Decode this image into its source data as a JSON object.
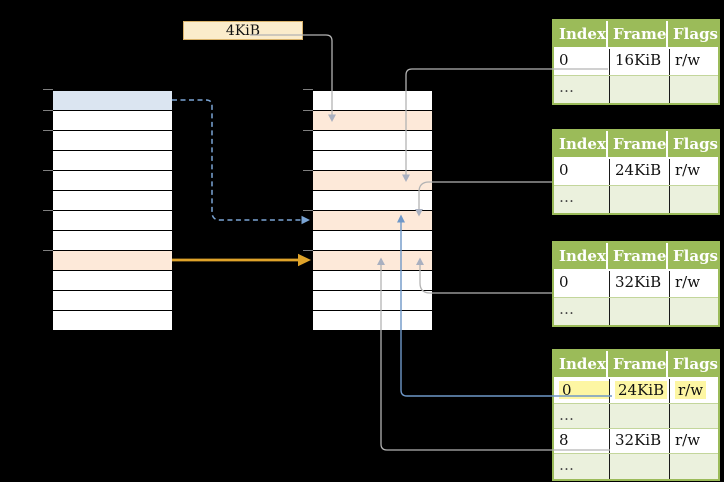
{
  "pointer_box": {
    "label": "4KiB"
  },
  "virtual_memory": {
    "row_count": 12,
    "blue_row_index": 0,
    "orange_row_index": 8
  },
  "physical_memory": {
    "row_count": 12,
    "orange_row_indices": [
      1,
      4,
      6,
      8
    ]
  },
  "tables": [
    {
      "name": "page-table-16kib",
      "headers": [
        "Index",
        "Frame",
        "Flags"
      ],
      "rows": [
        {
          "cells": [
            "0",
            "16KiB",
            "r/w"
          ],
          "shade": "white",
          "highlight": false
        },
        {
          "cells": [
            "…",
            "",
            ""
          ],
          "shade": "green",
          "highlight": false
        }
      ]
    },
    {
      "name": "page-table-24kib",
      "headers": [
        "Index",
        "Frame",
        "Flags"
      ],
      "rows": [
        {
          "cells": [
            "0",
            "24KiB",
            "r/w"
          ],
          "shade": "white",
          "highlight": false
        },
        {
          "cells": [
            "…",
            "",
            ""
          ],
          "shade": "green",
          "highlight": false
        }
      ]
    },
    {
      "name": "page-table-32kib",
      "headers": [
        "Index",
        "Frame",
        "Flags"
      ],
      "rows": [
        {
          "cells": [
            "0",
            "32KiB",
            "r/w"
          ],
          "shade": "white",
          "highlight": false
        },
        {
          "cells": [
            "…",
            "",
            ""
          ],
          "shade": "green",
          "highlight": false
        }
      ]
    },
    {
      "name": "page-table-active",
      "headers": [
        "Index",
        "Frame",
        "Flags"
      ],
      "rows": [
        {
          "cells": [
            "0",
            "24KiB",
            "r/w"
          ],
          "shade": "white",
          "highlight": true
        },
        {
          "cells": [
            "…",
            "",
            ""
          ],
          "shade": "green",
          "highlight": false
        },
        {
          "cells": [
            "8",
            "32KiB",
            "r/w"
          ],
          "shade": "white",
          "highlight": false
        },
        {
          "cells": [
            "…",
            "",
            ""
          ],
          "shade": "green",
          "highlight": false
        }
      ]
    }
  ],
  "colors": {
    "background": "#000000",
    "table_header_green": "#9bbb59",
    "table_row_light_green": "#ebf1dd",
    "frame_highlight_orange": "#fde9d9",
    "page_highlight_blue": "#dbe5f1",
    "pointer_box_fill": "#fbeccb",
    "entry_highlight_yellow": "#fdf6a3",
    "arrow_orange": "#dfa32a",
    "arrow_blue_solid": "#6e97c8",
    "arrow_blue_dashed": "#7aa4d4",
    "arrow_gray": "#b3b3b3"
  }
}
